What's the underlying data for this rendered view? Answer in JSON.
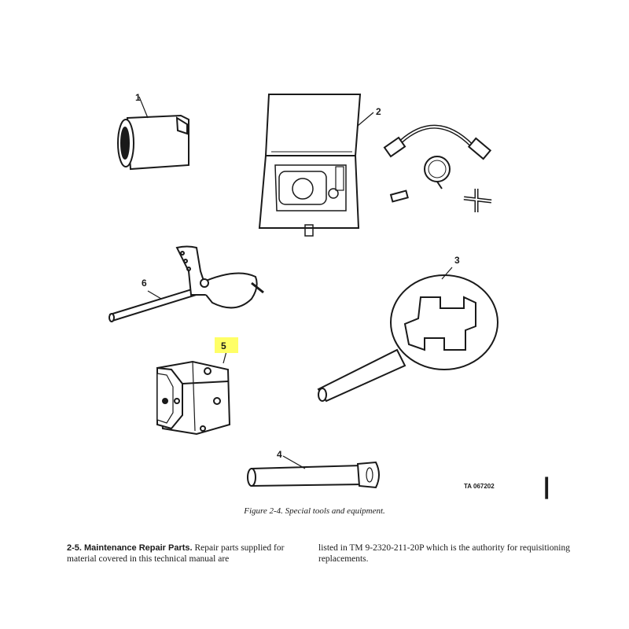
{
  "figure": {
    "callouts": [
      "1",
      "2",
      "3",
      "4",
      "5",
      "6"
    ],
    "highlighted_callout": "5",
    "highlight_color": "#ffff66",
    "document_number": "TA 067202",
    "change_bar": "|",
    "caption": "Figure 2-4.  Special tools and equipment."
  },
  "section": {
    "heading": "2-5. Maintenance Repair Parts.",
    "left_body": " Repair parts supplied for material covered in this technical manual are",
    "right_body": "listed in TM 9-2320-211-20P which is the authority for requisitioning replacements."
  }
}
